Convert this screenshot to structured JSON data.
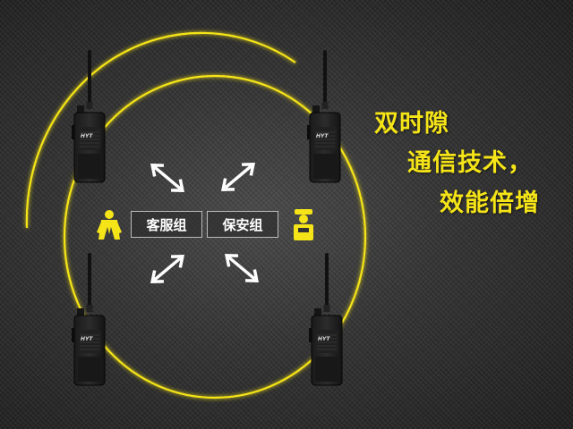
{
  "groups": {
    "left_label": "客服组",
    "right_label": "保安组"
  },
  "headline": {
    "line1": "双时隙",
    "line2": "通信技术，",
    "line3": "效能倍增"
  },
  "radio": {
    "brand": "HYT"
  },
  "icons": {
    "left_person": "customer-service-person-icon",
    "right_person": "security-guard-icon",
    "radio": "walkie-talkie-icon",
    "arrows": "double-arrow-icon"
  },
  "colors": {
    "accent": "#f5e418",
    "background": "#333333",
    "text": "#ffffff"
  }
}
